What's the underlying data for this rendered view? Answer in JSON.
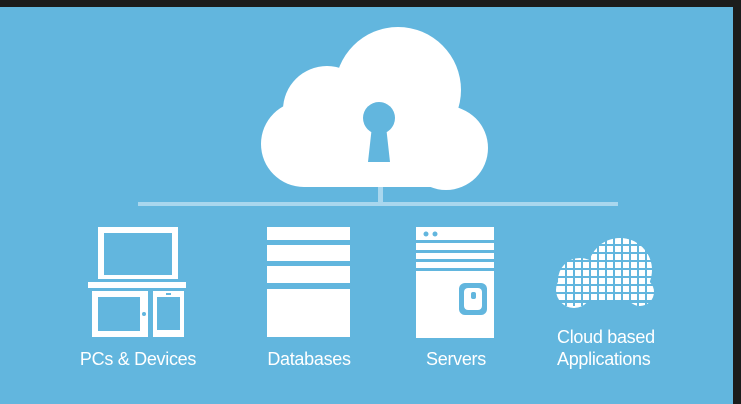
{
  "colors": {
    "background": "#62b6de",
    "frame": "#1c1c1c",
    "icon": "#ffffff",
    "connector": "#a9d7ee"
  },
  "icons": {
    "cloud": "cloud-lock-icon",
    "devices": "pc-devices-icon",
    "databases": "database-icon",
    "servers": "server-icon",
    "apps": "cloud-grid-icon"
  },
  "labels": {
    "devices": "PCs & Devices",
    "databases": "Databases",
    "servers": "Servers",
    "apps_line1": "Cloud based",
    "apps_line2": "Applications"
  }
}
